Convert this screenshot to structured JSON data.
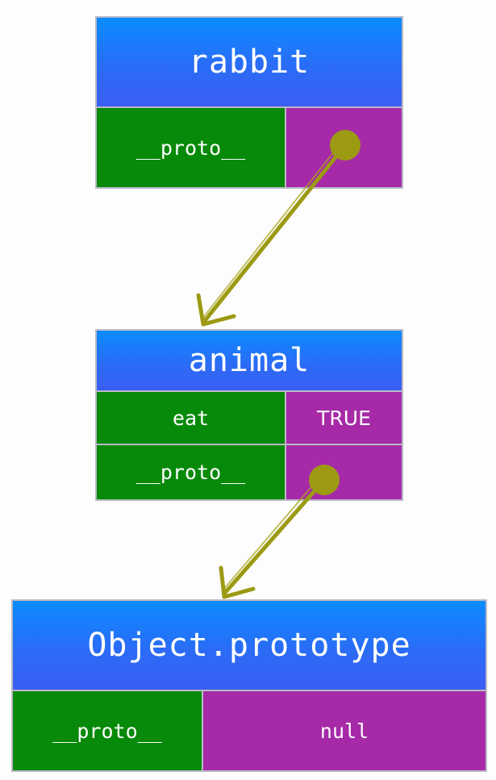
{
  "objects": {
    "rabbit": {
      "title": "rabbit",
      "rows": [
        {
          "key": "__proto__",
          "value": ""
        }
      ]
    },
    "animal": {
      "title": "animal",
      "rows": [
        {
          "key": "eat",
          "value": "TRUE"
        },
        {
          "key": "__proto__",
          "value": ""
        }
      ]
    },
    "object_prototype": {
      "title": "Object.prototype",
      "rows": [
        {
          "key": "__proto__",
          "value": "null"
        }
      ]
    }
  },
  "colors": {
    "title_blue": "#2a6cf6",
    "key_green": "#078a0a",
    "value_purple": "#a62aa8",
    "arrow_olive": "#9c9a12",
    "border_grey": "#b9b9c6"
  }
}
